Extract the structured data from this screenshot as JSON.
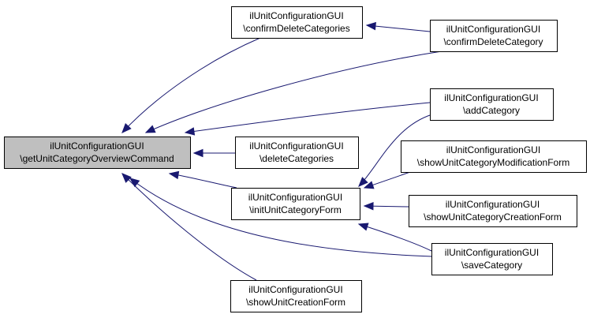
{
  "diagram": {
    "nodes": [
      {
        "id": "root",
        "line1": "ilUnitConfigurationGUI",
        "line2": "\\getUnitCategoryOverviewCommand",
        "root": true
      },
      {
        "id": "confirmDeleteCategories",
        "line1": "ilUnitConfigurationGUI",
        "line2": "\\confirmDeleteCategories"
      },
      {
        "id": "confirmDeleteCategory",
        "line1": "ilUnitConfigurationGUI",
        "line2": "\\confirmDeleteCategory"
      },
      {
        "id": "addCategory",
        "line1": "ilUnitConfigurationGUI",
        "line2": "\\addCategory"
      },
      {
        "id": "deleteCategories",
        "line1": "ilUnitConfigurationGUI",
        "line2": "\\deleteCategories"
      },
      {
        "id": "showUnitCategoryModificationForm",
        "line1": "ilUnitConfigurationGUI",
        "line2": "\\showUnitCategoryModificationForm"
      },
      {
        "id": "initUnitCategoryForm",
        "line1": "ilUnitConfigurationGUI",
        "line2": "\\initUnitCategoryForm"
      },
      {
        "id": "showUnitCategoryCreationForm",
        "line1": "ilUnitConfigurationGUI",
        "line2": "\\showUnitCategoryCreationForm"
      },
      {
        "id": "saveCategory",
        "line1": "ilUnitConfigurationGUI",
        "line2": "\\saveCategory"
      },
      {
        "id": "showUnitCreationForm",
        "line1": "ilUnitConfigurationGUI",
        "line2": "\\showUnitCreationForm"
      }
    ],
    "edges": [
      {
        "from": "confirmDeleteCategories",
        "to": "root"
      },
      {
        "from": "confirmDeleteCategory",
        "to": "root"
      },
      {
        "from": "confirmDeleteCategory",
        "to": "confirmDeleteCategories"
      },
      {
        "from": "addCategory",
        "to": "root"
      },
      {
        "from": "deleteCategories",
        "to": "root"
      },
      {
        "from": "initUnitCategoryForm",
        "to": "root"
      },
      {
        "from": "saveCategory",
        "to": "root"
      },
      {
        "from": "showUnitCreationForm",
        "to": "root"
      },
      {
        "from": "addCategory",
        "to": "initUnitCategoryForm"
      },
      {
        "from": "showUnitCategoryModificationForm",
        "to": "initUnitCategoryForm"
      },
      {
        "from": "showUnitCategoryCreationForm",
        "to": "initUnitCategoryForm"
      },
      {
        "from": "saveCategory",
        "to": "initUnitCategoryForm"
      }
    ]
  }
}
